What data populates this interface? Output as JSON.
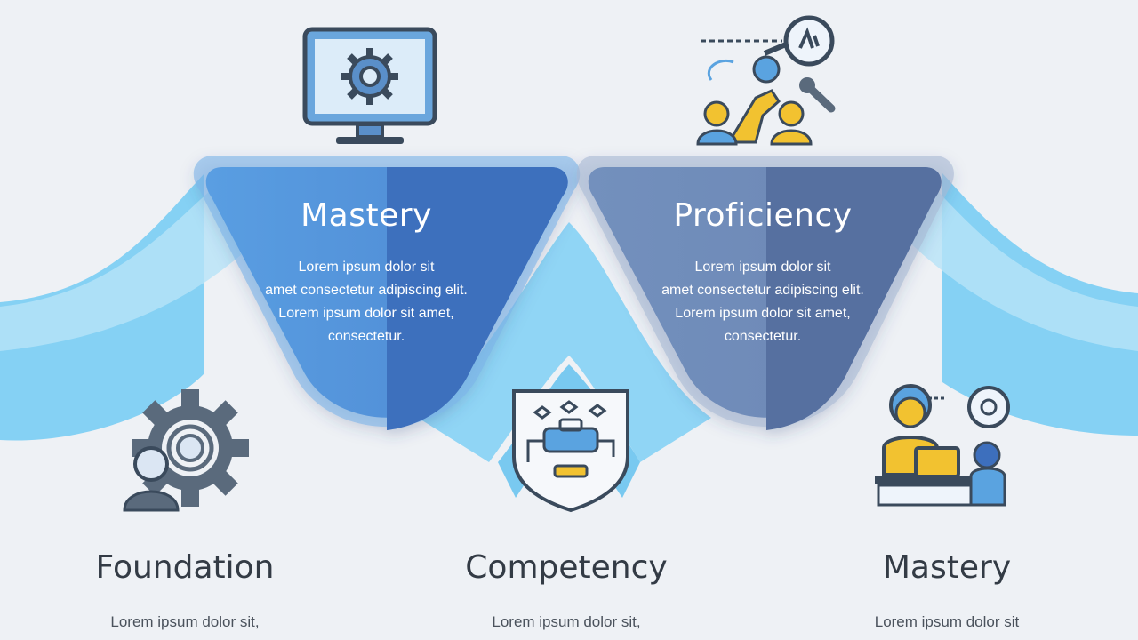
{
  "shields": [
    {
      "title": "Mastery",
      "lines": [
        "Lorem ipsum dolor sit",
        "amet consectetur adipiscing elit.",
        "Lorem ipsum dolor sit amet,",
        "consectetur."
      ]
    },
    {
      "title": "Proficiency",
      "lines": [
        "Lorem ipsum dolor sit",
        "amet consectetur adipiscing elit.",
        "Lorem ipsum dolor sit amet,",
        "consectetur."
      ]
    }
  ],
  "stages": [
    {
      "title": "Foundation",
      "body": "Lorem ipsum dolor sit,"
    },
    {
      "title": "Competency",
      "body": "Lorem ipsum dolor sit,"
    },
    {
      "title": "Mastery",
      "body": "Lorem ipsum dolor sit"
    }
  ],
  "icons": {
    "shield_1_top": "monitor-gear-icon",
    "shield_2_top": "team-search-icon",
    "stage_1": "person-gear-icon",
    "stage_2": "badge-network-icon",
    "stage_3": "person-laptop-icon"
  },
  "colors": {
    "background": "#eef1f5",
    "wave": "#5bbfef",
    "shield_blue": "#3f78c6",
    "shield_slate": "#5a78a8",
    "icon_outline": "#3a4a5c",
    "accent_yellow": "#f2c230",
    "accent_blue": "#5aa3e0"
  }
}
